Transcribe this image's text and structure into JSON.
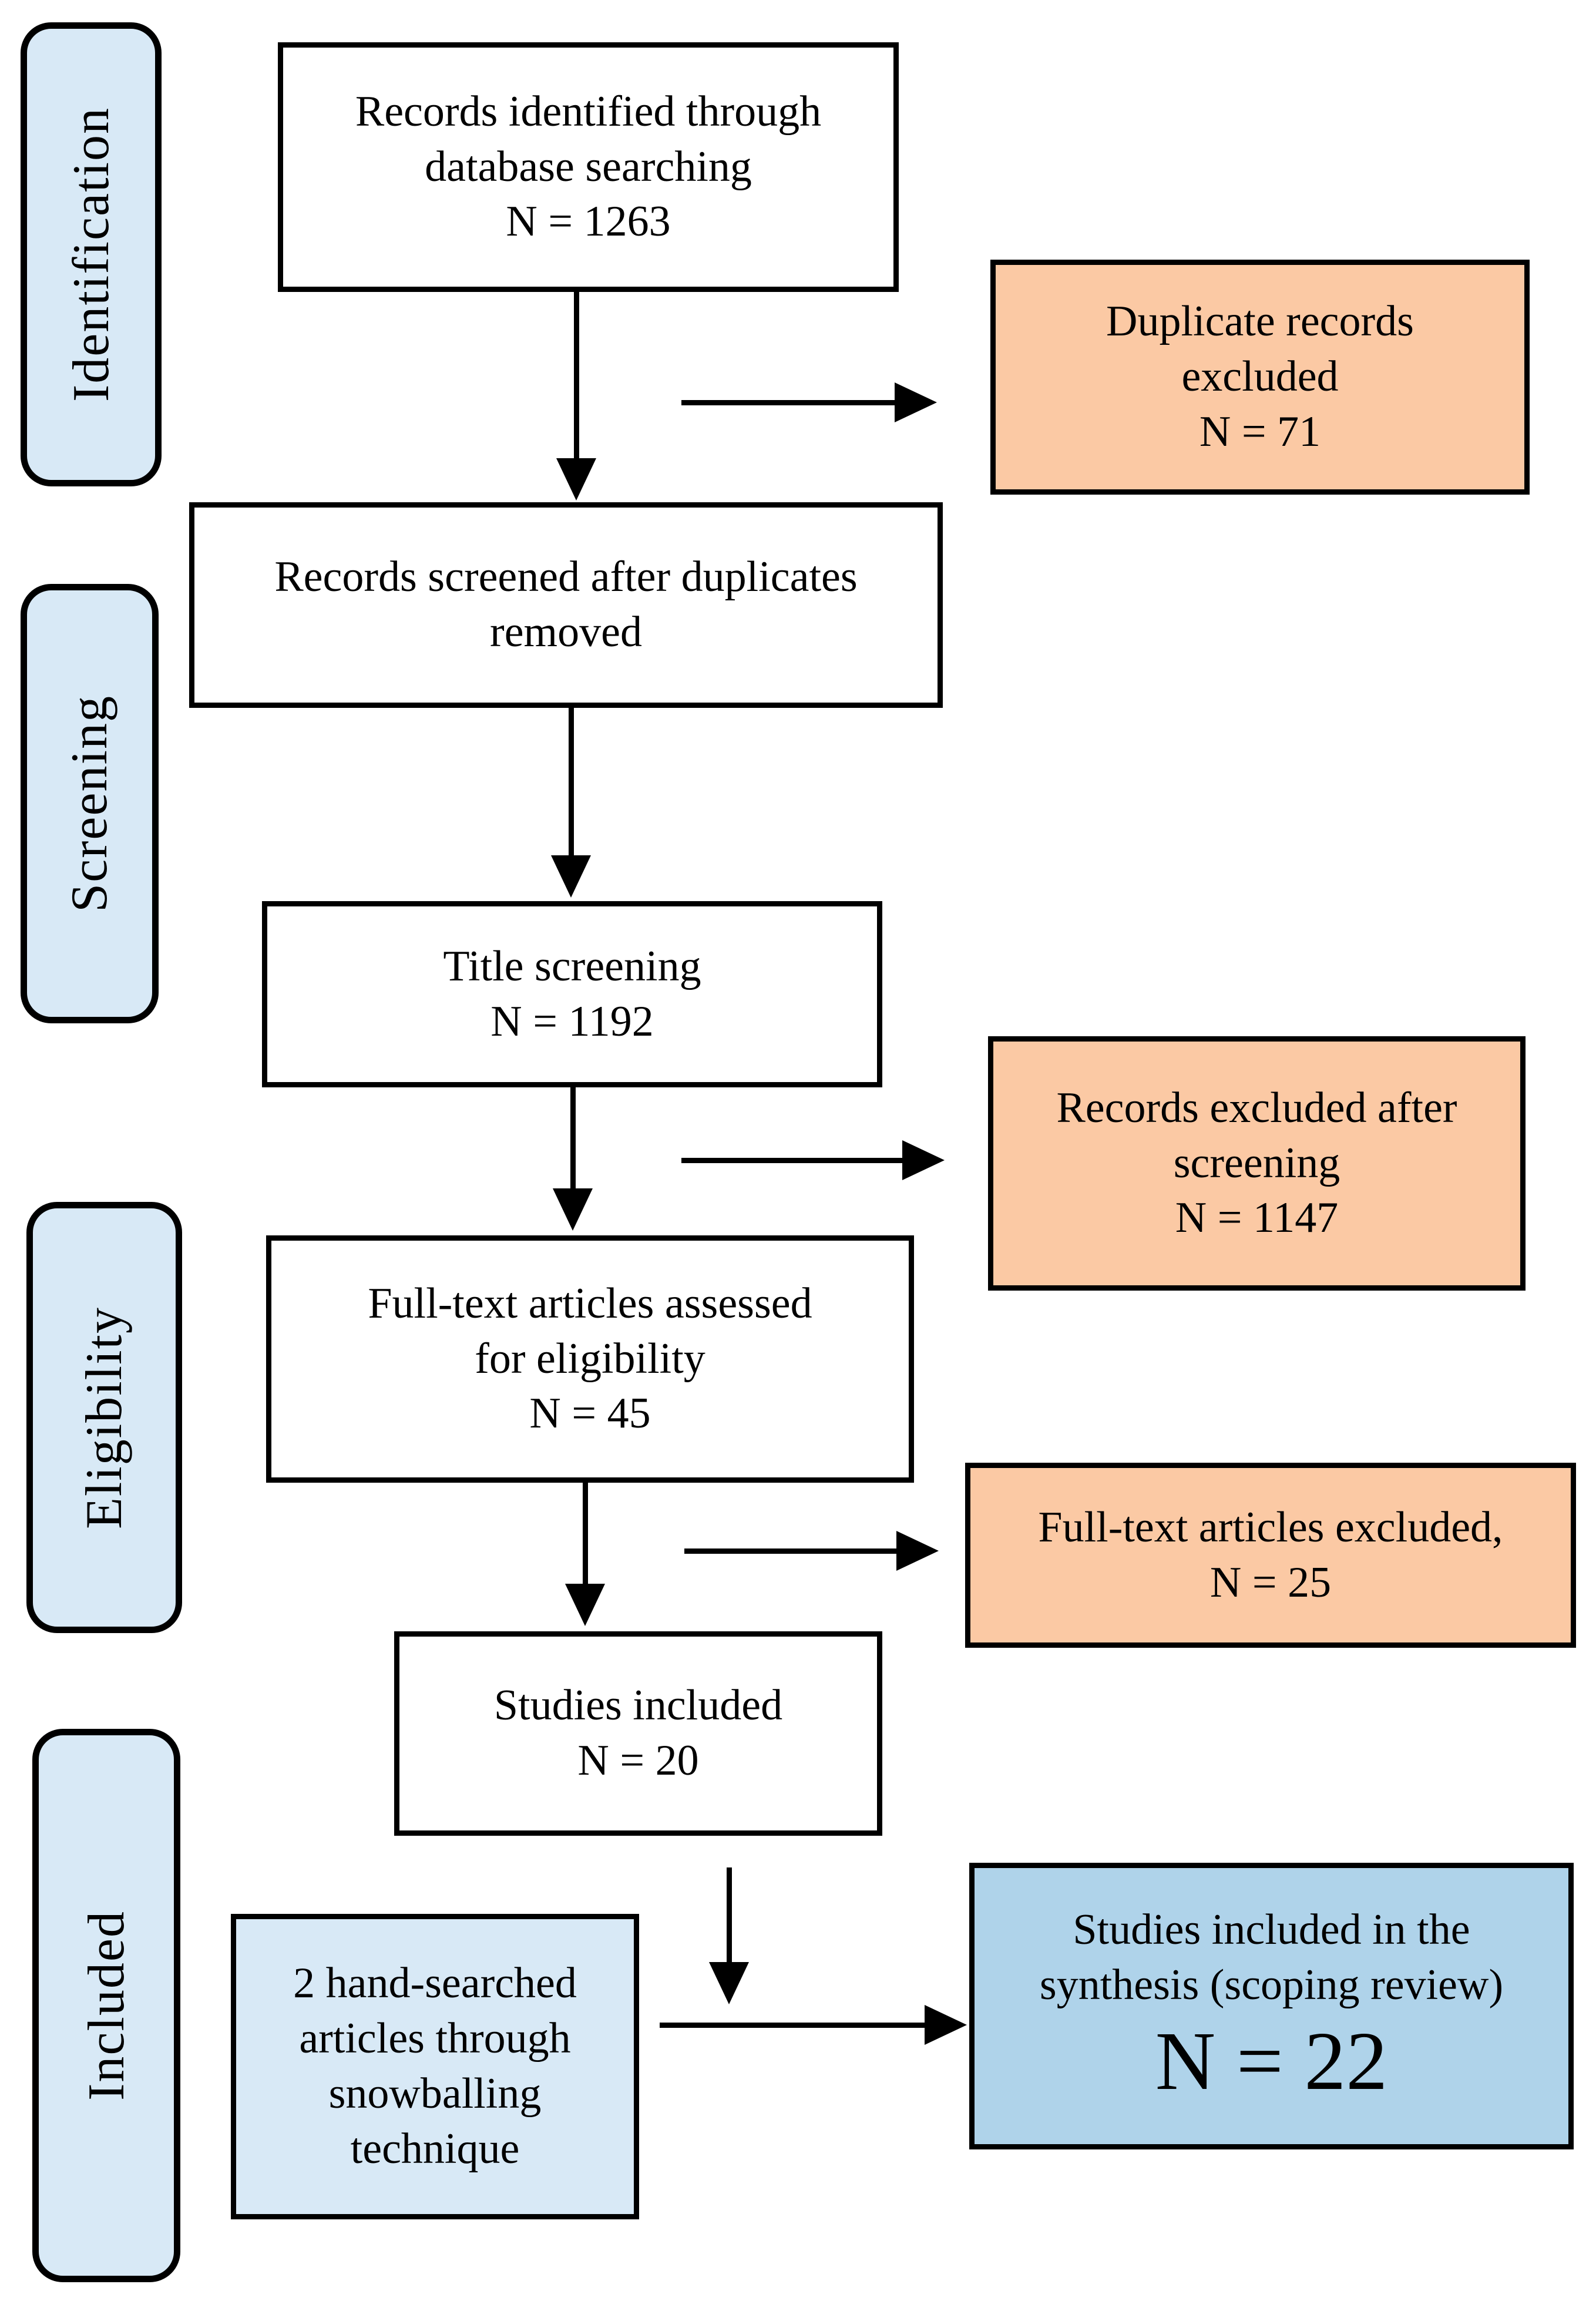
{
  "palette": {
    "stage_label_fill": "#d8e9f6",
    "excluded_box_fill": "#fbc9a4",
    "hand_searched_box_fill": "#d8e9f6",
    "synthesis_box_fill": "#afd3ea",
    "flow_box_fill": "#ffffff",
    "border_color": "#000000"
  },
  "stages": [
    {
      "label": "Identification"
    },
    {
      "label": "Screening"
    },
    {
      "label": "Eligibility"
    },
    {
      "label": "Included"
    }
  ],
  "boxes": {
    "identified": {
      "line1": "Records identified through",
      "line2": "database searching",
      "line3": "N = 1263"
    },
    "duplicates_excluded": {
      "line1": "Duplicate records",
      "line2": "excluded",
      "line3": "N = 71"
    },
    "screened": {
      "line1": "Records screened after duplicates",
      "line2": "removed"
    },
    "title_screening": {
      "line1": "Title screening",
      "line2": "N = 1192"
    },
    "records_excluded": {
      "line1": "Records excluded after",
      "line2": "screening",
      "line3": "N = 1147"
    },
    "fulltext_assessed": {
      "line1": "Full-text articles assessed",
      "line2": "for eligibility",
      "line3": "N = 45"
    },
    "fulltext_excluded": {
      "line1": "Full-text articles excluded,",
      "line2": "N = 25"
    },
    "studies_included": {
      "line1": "Studies included",
      "line2": "N = 20"
    },
    "hand_searched": {
      "line1": "2 hand-searched",
      "line2": "articles through",
      "line3": "snowballing",
      "line4": "technique"
    },
    "synthesis": {
      "line1": "Studies included in the",
      "line2": "synthesis (scoping review)",
      "n_value": "N = 22"
    }
  }
}
